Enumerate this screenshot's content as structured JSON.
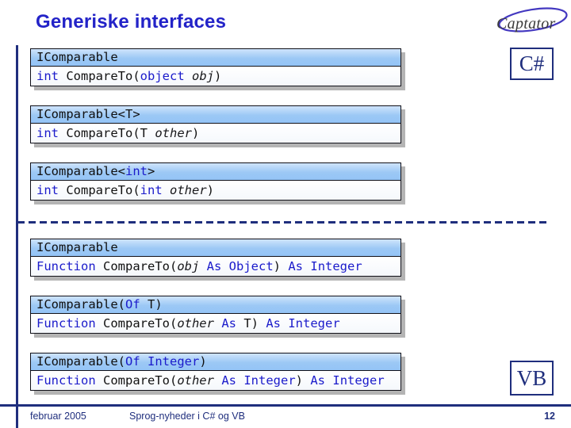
{
  "slide": {
    "title": "Generiske interfaces",
    "logo_text": "Captator",
    "badges": {
      "csharp": "C#",
      "vb": "VB"
    },
    "footer": {
      "date": "februar 2005",
      "subject": "Sprog-nyheder i C# og VB",
      "page": "12"
    }
  },
  "colors": {
    "navy_accent": "#1f2e7d",
    "title_blue": "#2323c8",
    "keyword_blue": "#1b1bcb",
    "box_header_blue": "#9cc8f5",
    "box_shadow_gray": "#b4b4b4",
    "logo_ellipse_blue": "#4338c0"
  },
  "code_boxes": [
    {
      "lang": "cs",
      "header": [
        {
          "t": "IComparable",
          "c": "p"
        }
      ],
      "body": [
        {
          "t": "int",
          "c": "k"
        },
        {
          "t": " CompareTo(",
          "c": "p"
        },
        {
          "t": "object",
          "c": "k"
        },
        {
          "t": " ",
          "c": "p"
        },
        {
          "t": "obj",
          "c": "i"
        },
        {
          "t": ")",
          "c": "p"
        }
      ]
    },
    {
      "lang": "cs",
      "header": [
        {
          "t": "IComparable<T>",
          "c": "p"
        }
      ],
      "body": [
        {
          "t": "int",
          "c": "k"
        },
        {
          "t": " CompareTo(T ",
          "c": "p"
        },
        {
          "t": "other",
          "c": "i"
        },
        {
          "t": ")",
          "c": "p"
        }
      ]
    },
    {
      "lang": "cs",
      "header": [
        {
          "t": "IComparable<",
          "c": "p"
        },
        {
          "t": "int",
          "c": "k"
        },
        {
          "t": ">",
          "c": "p"
        }
      ],
      "body": [
        {
          "t": "int",
          "c": "k"
        },
        {
          "t": " CompareTo(",
          "c": "p"
        },
        {
          "t": "int",
          "c": "k"
        },
        {
          "t": " ",
          "c": "p"
        },
        {
          "t": "other",
          "c": "i"
        },
        {
          "t": ")",
          "c": "p"
        }
      ]
    },
    {
      "lang": "vb",
      "header": [
        {
          "t": "IComparable",
          "c": "p"
        }
      ],
      "body": [
        {
          "t": "Function",
          "c": "k"
        },
        {
          "t": " CompareTo(",
          "c": "p"
        },
        {
          "t": "obj",
          "c": "i"
        },
        {
          "t": " ",
          "c": "p"
        },
        {
          "t": "As",
          "c": "k"
        },
        {
          "t": " ",
          "c": "p"
        },
        {
          "t": "Object",
          "c": "k"
        },
        {
          "t": ") ",
          "c": "p"
        },
        {
          "t": "As",
          "c": "k"
        },
        {
          "t": " ",
          "c": "p"
        },
        {
          "t": "Integer",
          "c": "k"
        }
      ]
    },
    {
      "lang": "vb",
      "header": [
        {
          "t": "IComparable(",
          "c": "p"
        },
        {
          "t": "Of",
          "c": "k"
        },
        {
          "t": " T)",
          "c": "p"
        }
      ],
      "body": [
        {
          "t": "Function",
          "c": "k"
        },
        {
          "t": " CompareTo(",
          "c": "p"
        },
        {
          "t": "other",
          "c": "i"
        },
        {
          "t": " ",
          "c": "p"
        },
        {
          "t": "As",
          "c": "k"
        },
        {
          "t": " T) ",
          "c": "p"
        },
        {
          "t": "As",
          "c": "k"
        },
        {
          "t": " ",
          "c": "p"
        },
        {
          "t": "Integer",
          "c": "k"
        }
      ]
    },
    {
      "lang": "vb",
      "header": [
        {
          "t": "IComparable(",
          "c": "p"
        },
        {
          "t": "Of",
          "c": "k"
        },
        {
          "t": " ",
          "c": "p"
        },
        {
          "t": "Integer",
          "c": "k"
        },
        {
          "t": ")",
          "c": "p"
        }
      ],
      "body": [
        {
          "t": "Function",
          "c": "k"
        },
        {
          "t": " CompareTo(",
          "c": "p"
        },
        {
          "t": "other",
          "c": "i"
        },
        {
          "t": " ",
          "c": "p"
        },
        {
          "t": "As",
          "c": "k"
        },
        {
          "t": " ",
          "c": "p"
        },
        {
          "t": "Integer",
          "c": "k"
        },
        {
          "t": ") ",
          "c": "p"
        },
        {
          "t": "As",
          "c": "k"
        },
        {
          "t": " ",
          "c": "p"
        },
        {
          "t": "Integer",
          "c": "k"
        }
      ]
    }
  ]
}
